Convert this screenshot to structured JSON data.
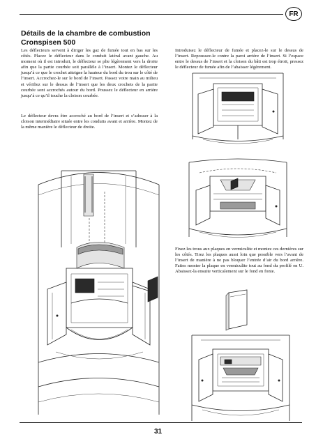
{
  "language_badge": "FR",
  "section_title": "Détails de la chambre de combustion Cronspisen 500",
  "paragraphs": {
    "p1": "Les déflecteurs servent à diriger les gaz de fumée tout en bas sur les côtés. Placez le déflecteur dans le conduit latéral avant gauche. Au moment où il est introduit, le déflecteur se plie légèrement vers la droite afin que la partie courbée soit parallèle à l’insert. Montez le déflecteur jusqu’à ce que le crochet atteigne la hauteur du bord du trou sur le côté de l’insert. Accrochez-le sur le bord de l’insert. Passez votre main au milieu et vérifiez sur le dessus de l’insert que les deux crochets de la partie courbée sont accrochés autour du bord. Poussez le déflecteur en arrière jusqu’à ce qu’il touche la cloison courbée.",
    "p2": "Le déflecteur devra être accroché au bord de l’insert et s’adosser à la cloison intermédiaire située entre les conduits avant et arrière. Montez de la même manière le déflecteur de droite.",
    "p3": "Introduisez le déflecteur de fumée et placez-le sur le dessus de l’insert. Repoussez-le contre la paroi arrière de l’insert. Si l’espace entre le dessus de l’insert et la cloison du bâti est trop étroit, pressez le déflecteur de fumée afin de l’abaisser légèrement.",
    "p4": "Fixez les trous aux plaques en vermiculite et montez ces dernières sur les côtés. Tirez les plaques aussi loin que possible vers l’avant de l’insert de manière à ne pas bloquer l’entrée d’air du bord arrière. Faites monter la plaque en vermiculite tout au fond du profilé en U. Abaissez-la ensuite verticalement sur le fond en fonte."
  },
  "page_number": "31"
}
